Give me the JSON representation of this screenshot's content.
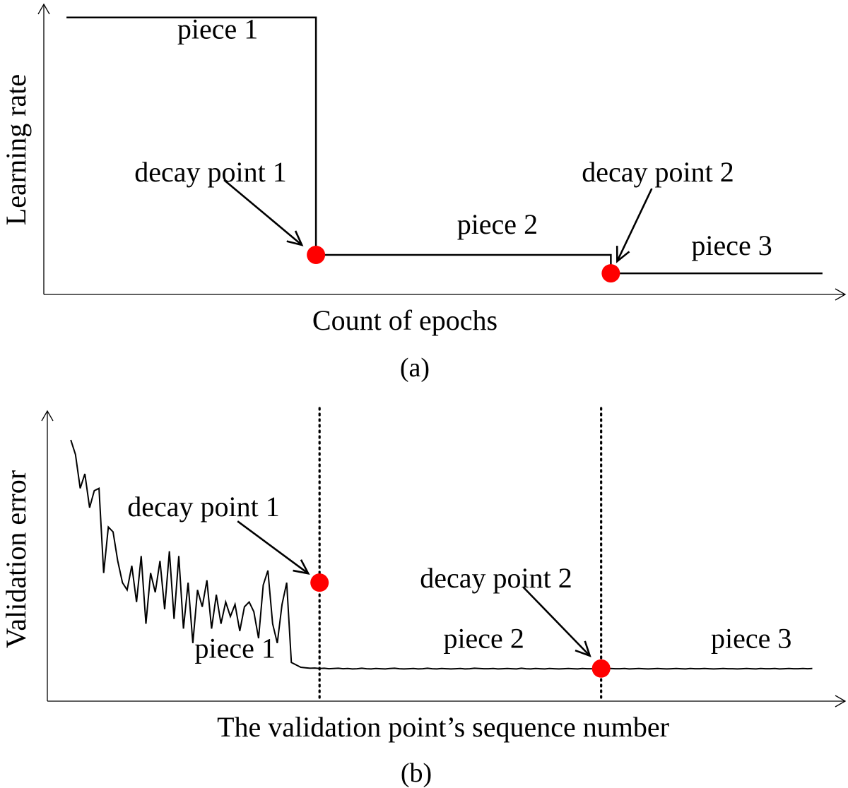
{
  "chart_data": [
    {
      "type": "line",
      "panel_label": "(a)",
      "xlabel": "Count of epochs",
      "ylabel": "Learning rate",
      "x": [
        0,
        33,
        33,
        72,
        72,
        100
      ],
      "y": [
        1.0,
        1.0,
        0.1,
        0.1,
        0.03,
        0.03
      ],
      "xlim": [
        -3,
        103
      ],
      "ylim": [
        -0.05,
        1.05
      ],
      "grid": false,
      "legend": "none",
      "colors": {
        "line": "#000000",
        "marker": "#ff0000"
      },
      "decay_points": [
        {
          "label": "decay point 1",
          "x": 33,
          "y": 0.1
        },
        {
          "label": "decay point 2",
          "x": 72,
          "y": 0.03
        }
      ],
      "annotations": [
        {
          "text": "piece 1",
          "x": 20,
          "y": 0.92
        },
        {
          "text": "piece 2",
          "x": 57,
          "y": 0.18
        },
        {
          "text": "piece 3",
          "x": 88,
          "y": 0.1
        }
      ]
    },
    {
      "type": "line",
      "panel_label": "(b)",
      "xlabel": "The validation point’s sequence number",
      "ylabel": "Validation error",
      "x": [
        0,
        1,
        2,
        3,
        4,
        5,
        6,
        7,
        8,
        9,
        10,
        11,
        12,
        13,
        14,
        15,
        16,
        17,
        18,
        19,
        20,
        21,
        22,
        23,
        24,
        25,
        26,
        27,
        28,
        29,
        30,
        31,
        32,
        33,
        34,
        35,
        36,
        37,
        38,
        39,
        40,
        41,
        42,
        43,
        44,
        45,
        46,
        47,
        48,
        49,
        50,
        51,
        52,
        53,
        54,
        55,
        56,
        57,
        58,
        59,
        60,
        61,
        62,
        63,
        64,
        65,
        66,
        67,
        68,
        69,
        70,
        71,
        72,
        73,
        74,
        75,
        76,
        77,
        78,
        79,
        80,
        81,
        82,
        83,
        84,
        85,
        86,
        87,
        88,
        89,
        90,
        91,
        92,
        93,
        94,
        95,
        96,
        97,
        98,
        99,
        100,
        101,
        102,
        103,
        104,
        105,
        106,
        107,
        108,
        109,
        110,
        111,
        112,
        113,
        114,
        115,
        116,
        117,
        118,
        119,
        120,
        121,
        122,
        123,
        124,
        125,
        126,
        127,
        128,
        129,
        130,
        131,
        132,
        133,
        134,
        135,
        136,
        137,
        138,
        139,
        140,
        141,
        142,
        143,
        144,
        145,
        146,
        147,
        148,
        149,
        150,
        151,
        152,
        153,
        154,
        155,
        156,
        157,
        158,
        159,
        160
      ],
      "y": [
        0.98,
        0.92,
        0.78,
        0.84,
        0.7,
        0.77,
        0.78,
        0.43,
        0.62,
        0.6,
        0.48,
        0.39,
        0.36,
        0.46,
        0.31,
        0.5,
        0.22,
        0.43,
        0.35,
        0.48,
        0.28,
        0.52,
        0.24,
        0.5,
        0.2,
        0.39,
        0.14,
        0.36,
        0.29,
        0.4,
        0.2,
        0.34,
        0.22,
        0.31,
        0.25,
        0.3,
        0.19,
        0.29,
        0.31,
        0.27,
        0.16,
        0.38,
        0.44,
        0.22,
        0.14,
        0.3,
        0.39,
        0.06,
        0.05,
        0.04,
        0.038,
        0.036,
        0.037,
        0.035,
        0.036,
        0.034,
        0.035,
        0.036,
        0.034,
        0.035,
        0.033,
        0.034,
        0.036,
        0.034,
        0.033,
        0.035,
        0.034,
        0.033,
        0.035,
        0.036,
        0.034,
        0.033,
        0.034,
        0.035,
        0.033,
        0.034,
        0.036,
        0.034,
        0.033,
        0.035,
        0.034,
        0.033,
        0.034,
        0.035,
        0.033,
        0.034,
        0.036,
        0.035,
        0.034,
        0.034,
        0.035,
        0.033,
        0.034,
        0.035,
        0.034,
        0.033,
        0.036,
        0.034,
        0.033,
        0.035,
        0.034,
        0.033,
        0.035,
        0.034,
        0.033,
        0.034,
        0.035,
        0.034,
        0.033,
        0.035,
        0.034,
        0.034,
        0.035,
        0.033,
        0.034,
        0.035,
        0.034,
        0.034,
        0.035,
        0.033,
        0.034,
        0.035,
        0.034,
        0.033,
        0.034,
        0.035,
        0.034,
        0.033,
        0.034,
        0.035,
        0.034,
        0.033,
        0.035,
        0.034,
        0.034,
        0.035,
        0.034,
        0.033,
        0.034,
        0.035,
        0.034,
        0.034,
        0.033,
        0.034,
        0.035,
        0.034,
        0.033,
        0.035,
        0.034,
        0.034,
        0.035,
        0.033,
        0.034,
        0.035,
        0.034,
        0.034,
        0.035,
        0.034,
        0.035
      ],
      "xlim": [
        -5,
        165
      ],
      "ylim": [
        -0.1,
        1.1
      ],
      "grid": false,
      "legend": "none",
      "colors": {
        "line": "#000000",
        "marker": "#ff0000"
      },
      "decay_lines_x": [
        53,
        113
      ],
      "decay_points": [
        {
          "label": "decay point 1",
          "x": 53,
          "y": 0.39
        },
        {
          "label": "decay point 2",
          "x": 113,
          "y": 0.035
        }
      ],
      "annotations": [
        {
          "text": "piece 1",
          "x": 35,
          "y": 0.08
        },
        {
          "text": "piece 2",
          "x": 88,
          "y": 0.12
        },
        {
          "text": "piece 3",
          "x": 145,
          "y": 0.12
        }
      ]
    }
  ]
}
